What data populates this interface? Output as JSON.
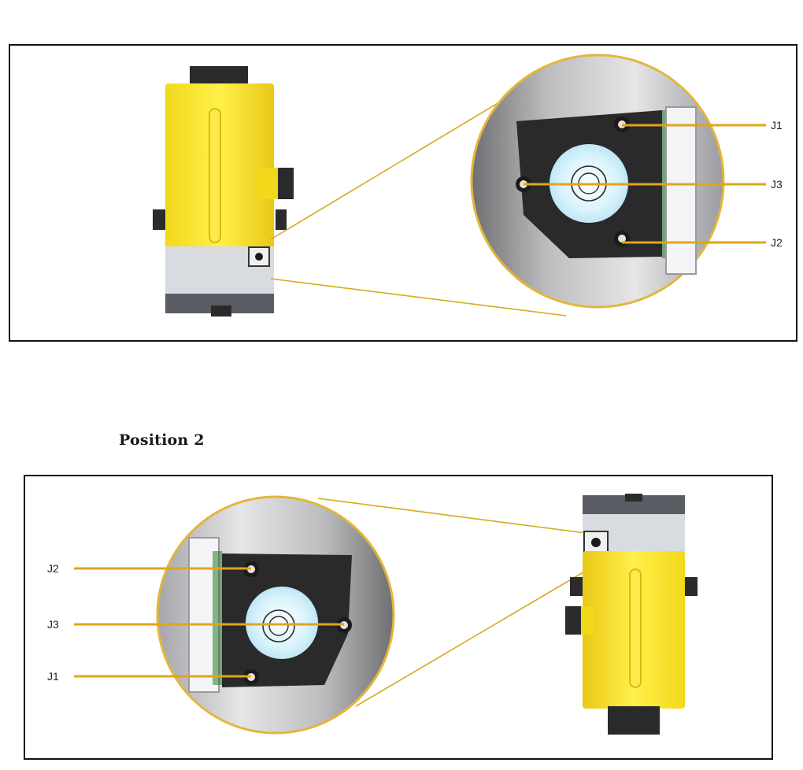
{
  "labels": {
    "j1": "J1",
    "j2": "J2",
    "j3": "J3"
  },
  "caption_position_2": "Position 2",
  "colors": {
    "housing_yellow": "#f7e12a",
    "leader_line": "#d8a91c",
    "callout_ring": "#e3b63a",
    "plate_dark": "#2b2a2a",
    "bubble_glow": "#d9f3fb",
    "frame": "#111111"
  },
  "icons": [
    "screw-icon",
    "circular-bubble-level-icon",
    "instrument-body-icon"
  ]
}
